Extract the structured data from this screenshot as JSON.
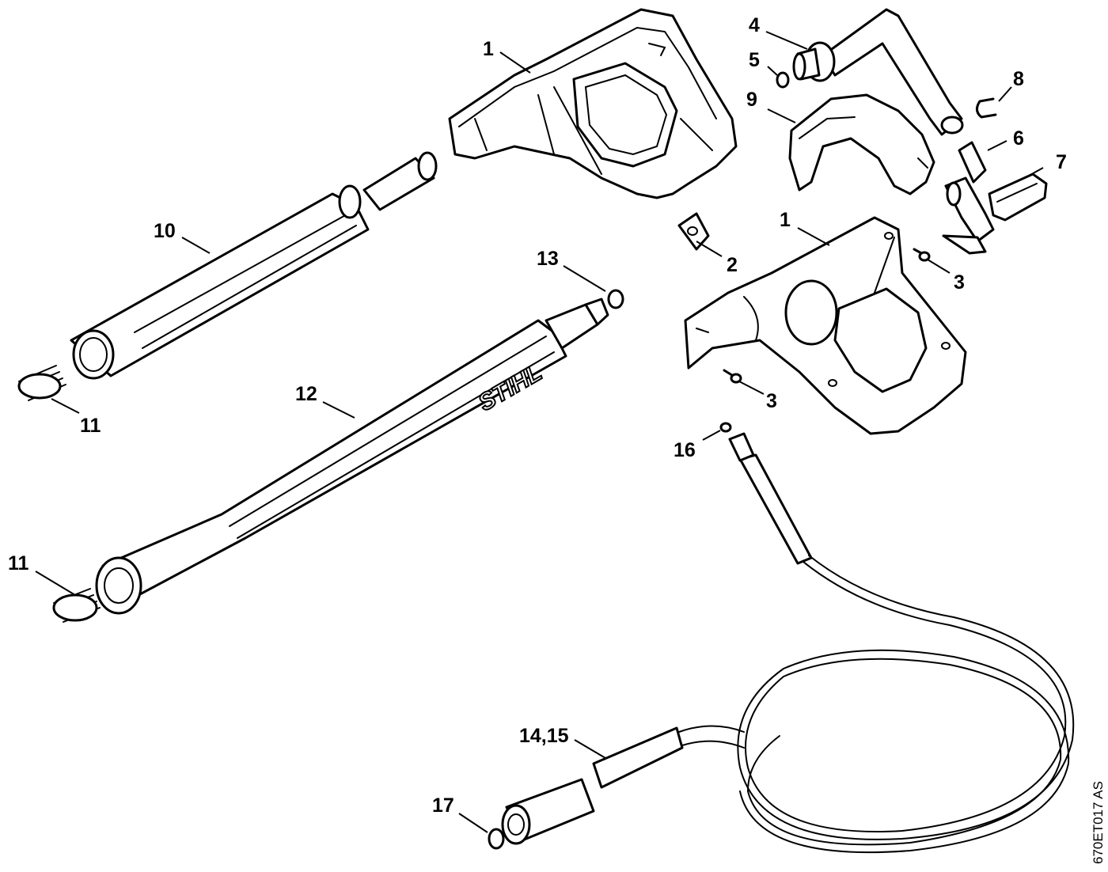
{
  "callouts": {
    "c1a": "1",
    "c1b": "1",
    "c2": "2",
    "c3a": "3",
    "c3b": "3",
    "c4": "4",
    "c5": "5",
    "c6": "6",
    "c7": "7",
    "c8": "8",
    "c9": "9",
    "c10": "10",
    "c11a": "11",
    "c11b": "11",
    "c12": "12",
    "c13": "13",
    "c14_15": "14,15",
    "c16": "16",
    "c17": "17"
  },
  "brand_text": "STIHL",
  "drawing_code": "670ET017 AS"
}
